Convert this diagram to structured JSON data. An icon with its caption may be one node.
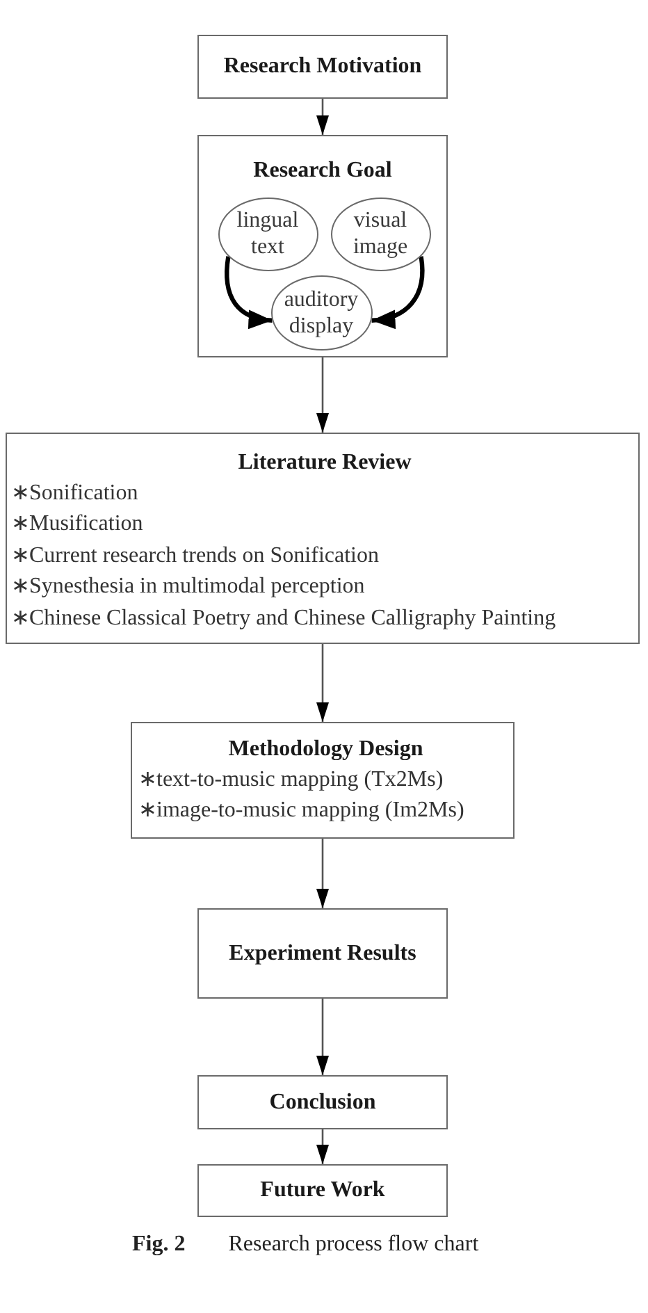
{
  "diagram": {
    "caption": "**Fig. 2** Research process flow chart",
    "nodes": [
      {
        "text": [
          "Research Motivation"
        ]
      },
      {
        "text": [
          "Research Goal"
        ]
      },
      {
        "text": [
          "lingual text"
        ],
        "in": 1
      },
      {
        "text": [
          "visual image"
        ],
        "in": 1
      },
      {
        "text": [
          "auditory display"
        ],
        "in": 1
      },
      {
        "text": [
          "Literature Review",
          "∗Sonification",
          "∗Musification",
          "∗Current research trends on Sonification",
          "∗Synesthesia in multimodal perception",
          "∗Chinese Classical Poetry and Chinese Calligraphy Painting"
        ]
      },
      {
        "text": [
          "Methodology Design",
          "∗text-to-music mapping (Tx2Ms)",
          "∗image-to-music mapping (Im2Ms)"
        ]
      },
      {
        "text": [
          "Experiment Results"
        ]
      },
      {
        "text": [
          "Conclusion"
        ]
      },
      {
        "text": [
          "Future Work"
        ]
      }
    ],
    "edges": [
      {
        "from": 0,
        "to": 1,
        "arrow": "to"
      },
      {
        "from": 2,
        "to": 4,
        "arrow": "to",
        "style": "thick"
      },
      {
        "from": 3,
        "to": 4,
        "arrow": "to",
        "style": "thick"
      },
      {
        "from": 1,
        "to": 5,
        "arrow": "to"
      },
      {
        "from": 5,
        "to": 6,
        "arrow": "to"
      },
      {
        "from": 6,
        "to": 7,
        "arrow": "to"
      },
      {
        "from": 7,
        "to": 8,
        "arrow": "to"
      },
      {
        "from": 8,
        "to": 9,
        "arrow": "to"
      }
    ]
  }
}
